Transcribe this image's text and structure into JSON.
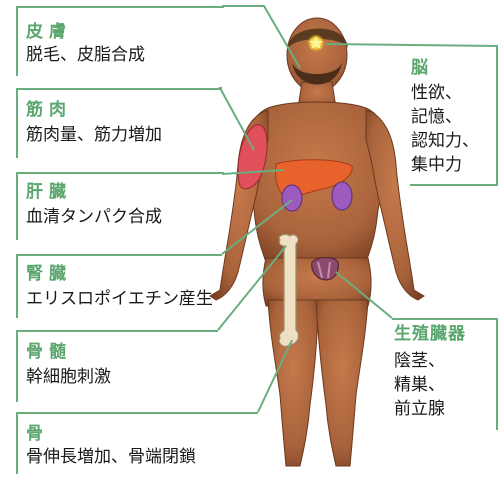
{
  "labels": {
    "skin": {
      "title": "皮膚",
      "desc": "脱毛、皮脂合成"
    },
    "muscle": {
      "title": "筋肉",
      "desc": "筋肉量、筋力増加"
    },
    "liver": {
      "title": "肝臓",
      "desc": "血清タンパク合成"
    },
    "kidney": {
      "title": "腎臓",
      "desc": "エリスロポイエチン産生"
    },
    "marrow": {
      "title": "骨髄",
      "desc": "幹細胞刺激"
    },
    "bone": {
      "title": "骨",
      "desc": "骨伸長増加、骨端閉鎖"
    },
    "brain": {
      "title": "脳",
      "lines": [
        "性欲、",
        "記憶、",
        "認知力、",
        "集中力"
      ]
    },
    "genital": {
      "title": "生殖臓器",
      "lines": [
        "陰茎、",
        "精巣、",
        "前立腺"
      ]
    }
  },
  "colors": {
    "label_green": "#5aa66e",
    "line_green": "#6aae7f",
    "skin_tone": "#b86f43",
    "muscle_red": "#e0505a",
    "liver_orange": "#e8622c",
    "kidney_purple": "#9d5bc0",
    "bone_beige": "#efe0c4"
  }
}
